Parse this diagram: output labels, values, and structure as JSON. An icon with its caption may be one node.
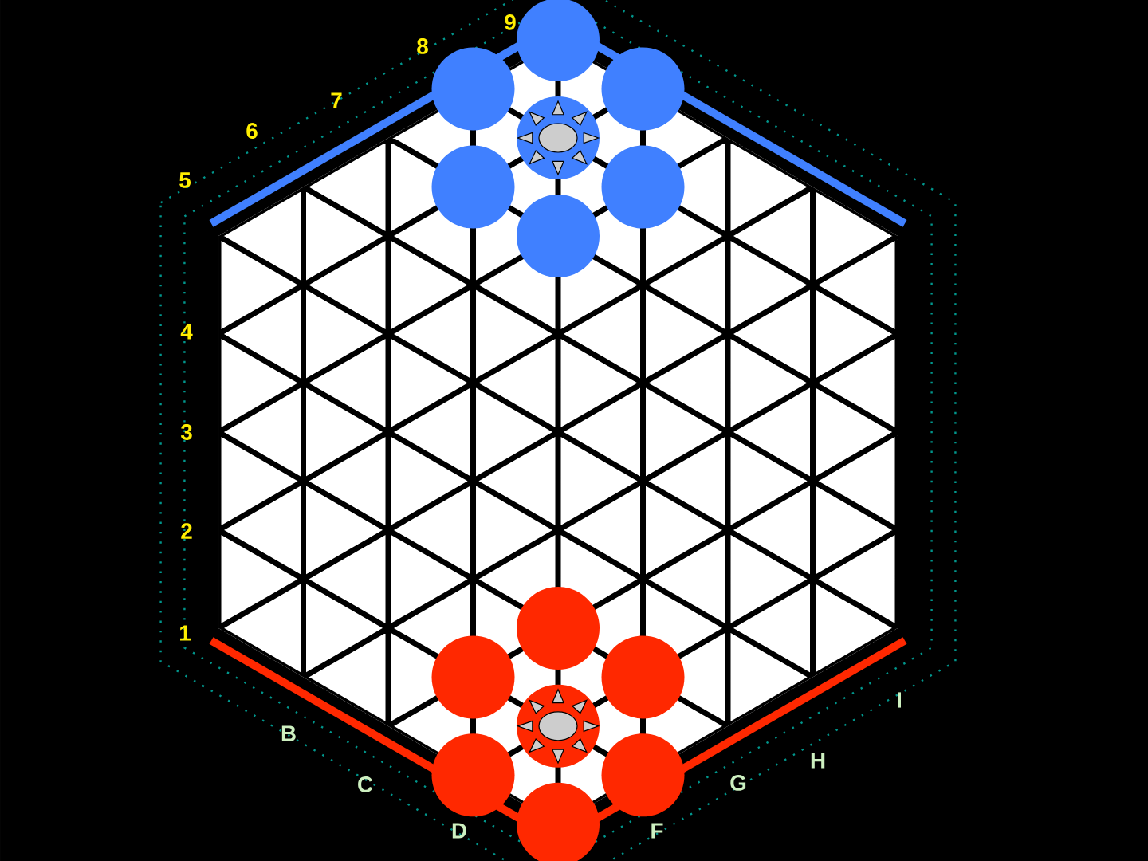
{
  "diagram": {
    "labels": [
      "9",
      "8",
      "7",
      "6",
      "5",
      "4",
      "3",
      "2",
      "1",
      "B",
      "C",
      "D",
      "F",
      "G",
      "H",
      "I"
    ]
  }
}
